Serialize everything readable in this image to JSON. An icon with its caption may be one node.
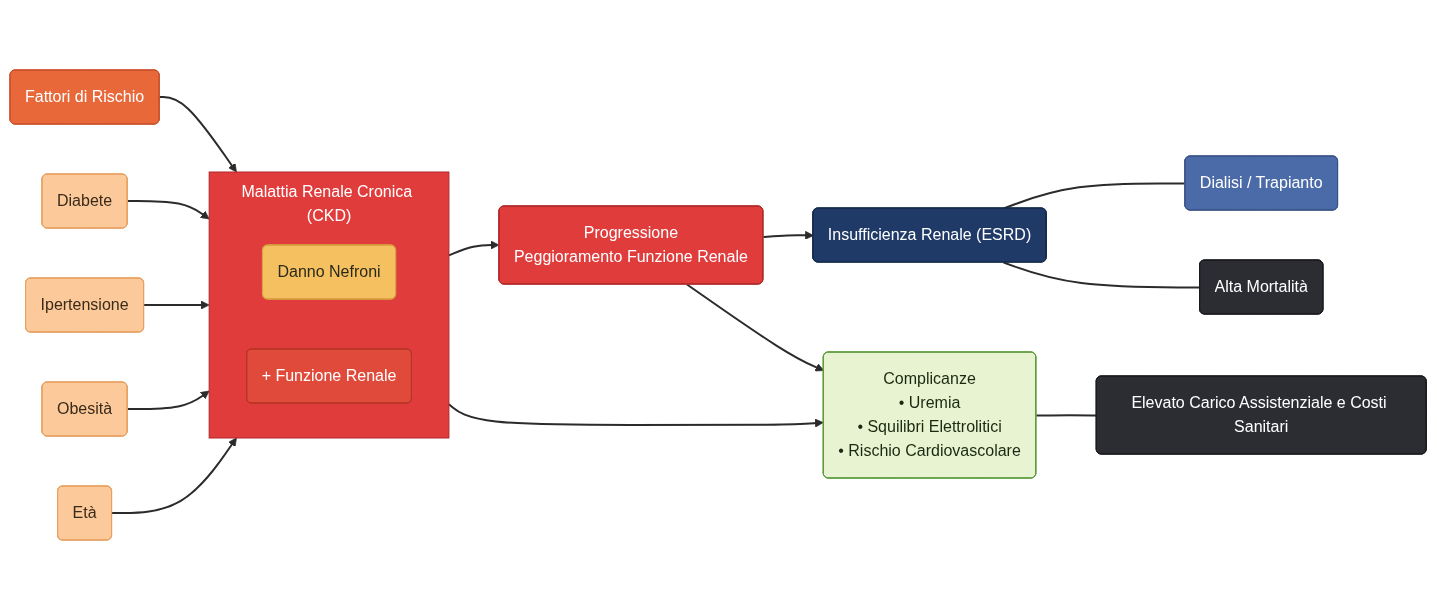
{
  "diagram": {
    "nodes": [
      {
        "text": [
          "Fattori di Rischio"
        ]
      },
      {
        "text": [
          "Diabete"
        ]
      },
      {
        "text": [
          "Ipertensione"
        ]
      },
      {
        "text": [
          "Obesità"
        ]
      },
      {
        "text": [
          "Età"
        ]
      },
      {
        "text": [
          "Malattia Renale Cronica (CKD)"
        ]
      },
      {
        "text": [
          "Danno Nefroni"
        ],
        "in": 5
      },
      {
        "text": [
          "+ Funzione Renale"
        ],
        "in": 5
      },
      {
        "text": [
          "Progressione",
          "Peggioramento Funzione Renale"
        ]
      },
      {
        "text": [
          "Insufficienza Renale (ESRD)"
        ]
      },
      {
        "text": [
          "Dialisi / Trapianto"
        ]
      },
      {
        "text": [
          "Alta Mortalità"
        ]
      },
      {
        "text": [
          "Complicanze",
          "• Uremia",
          "• Squilibri Elettrolitici",
          "• Rischio Cardiovascolare"
        ]
      },
      {
        "text": [
          "Elevato Carico Assistenziale e Costi Sanitari"
        ]
      }
    ],
    "edges": [
      {
        "from": 0,
        "to": 5,
        "arrow": "to"
      },
      {
        "from": 1,
        "to": 5,
        "arrow": "to"
      },
      {
        "from": 2,
        "to": 5,
        "arrow": "to"
      },
      {
        "from": 3,
        "to": 5,
        "arrow": "to"
      },
      {
        "from": 4,
        "to": 5,
        "arrow": "to"
      },
      {
        "from": 5,
        "to": 8,
        "arrow": "to"
      },
      {
        "from": 8,
        "to": 9,
        "arrow": "to"
      },
      {
        "from": 9,
        "to": 10,
        "arrow": "none"
      },
      {
        "from": 9,
        "to": 11,
        "arrow": "none"
      },
      {
        "from": 5,
        "to": 12,
        "arrow": "to"
      },
      {
        "from": 8,
        "to": 12,
        "arrow": "to"
      },
      {
        "from": 12,
        "to": 13,
        "arrow": "none"
      }
    ]
  }
}
